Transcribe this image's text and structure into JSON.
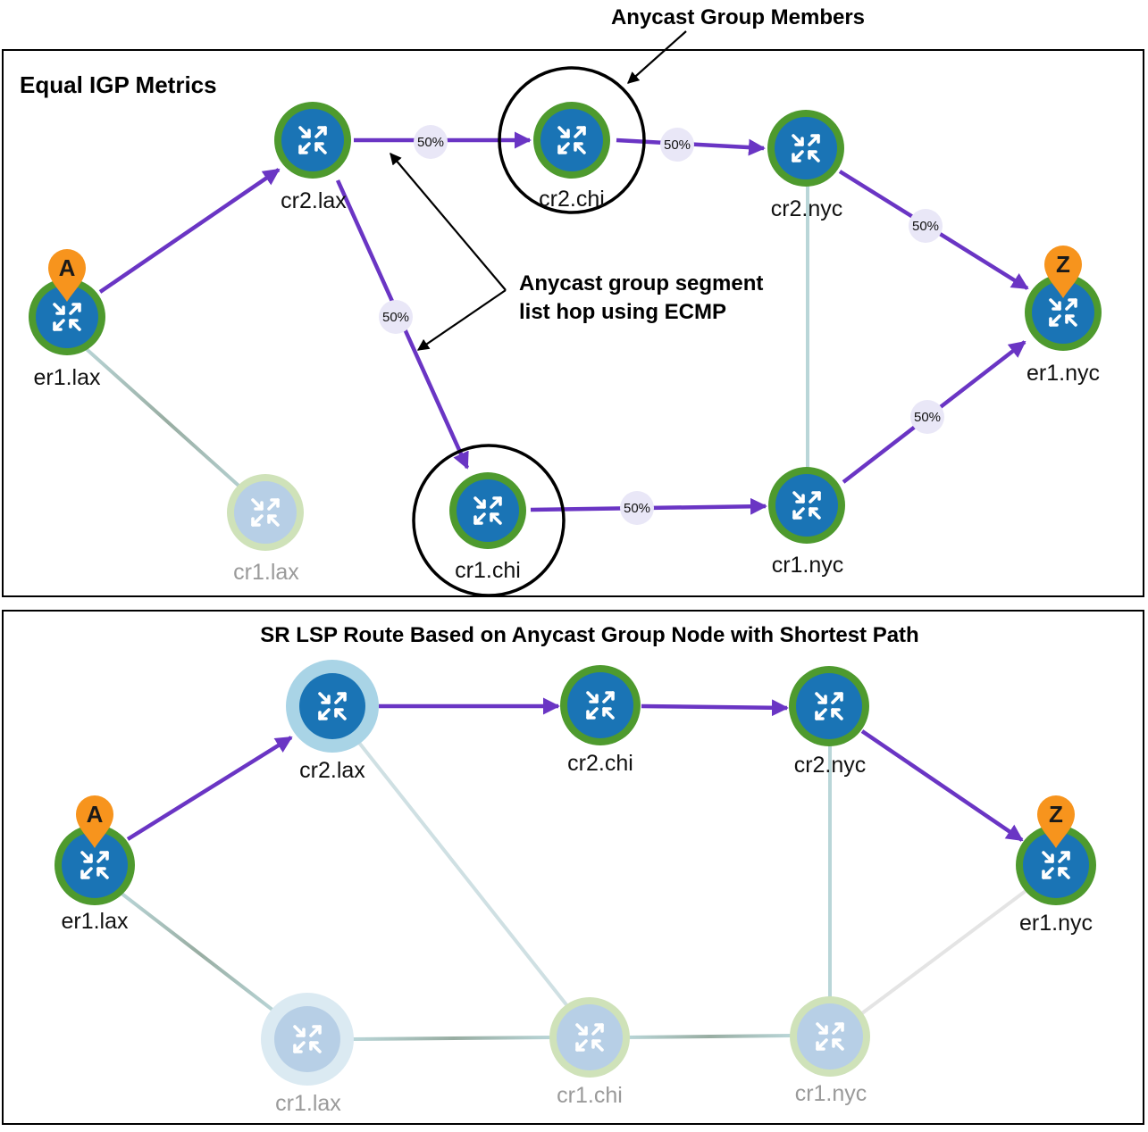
{
  "annotations": {
    "members": "Anycast Group Members",
    "ecmp_line1": "Anycast group segment",
    "ecmp_line2": "list hop using ECMP"
  },
  "panel1": {
    "title": "Equal IGP Metrics",
    "nodes": {
      "er1_lax": "er1.lax",
      "cr2_lax": "cr2.lax",
      "cr2_chi": "cr2.chi",
      "cr2_nyc": "cr2.nyc",
      "er1_nyc": "er1.nyc",
      "cr1_lax": "cr1.lax",
      "cr1_chi": "cr1.chi",
      "cr1_nyc": "cr1.nyc"
    },
    "markers": {
      "source": "A",
      "dest": "Z"
    },
    "link_loads": {
      "cr2lax_cr2chi": "50%",
      "cr2chi_cr2nyc": "50%",
      "cr2lax_cr1chi": "50%",
      "cr2nyc_er1nyc": "50%",
      "cr1nyc_er1nyc": "50%",
      "cr1chi_cr1nyc": "50%"
    }
  },
  "panel2": {
    "title": "SR LSP Route Based on Anycast Group Node with Shortest Path",
    "nodes": {
      "er1_lax": "er1.lax",
      "cr2_lax": "cr2.lax",
      "cr2_chi": "cr2.chi",
      "cr2_nyc": "cr2.nyc",
      "er1_nyc": "er1.nyc",
      "cr1_lax": "cr1.lax",
      "cr1_chi": "cr1.chi",
      "cr1_nyc": "cr1.nyc"
    },
    "markers": {
      "source": "A",
      "dest": "Z"
    }
  },
  "colors": {
    "path": "#6a35c4",
    "router_fill": "#1a74b5",
    "router_ring": "#4e9a2e",
    "faded_router_fill": "#b7cfe6",
    "faded_router_ring": "#cfe2b9",
    "selected_halo": "#a9d4e6",
    "link_idle": "#b9d6d8",
    "marker": "#f7941d",
    "pct_bubble": "#e9e7f7"
  }
}
